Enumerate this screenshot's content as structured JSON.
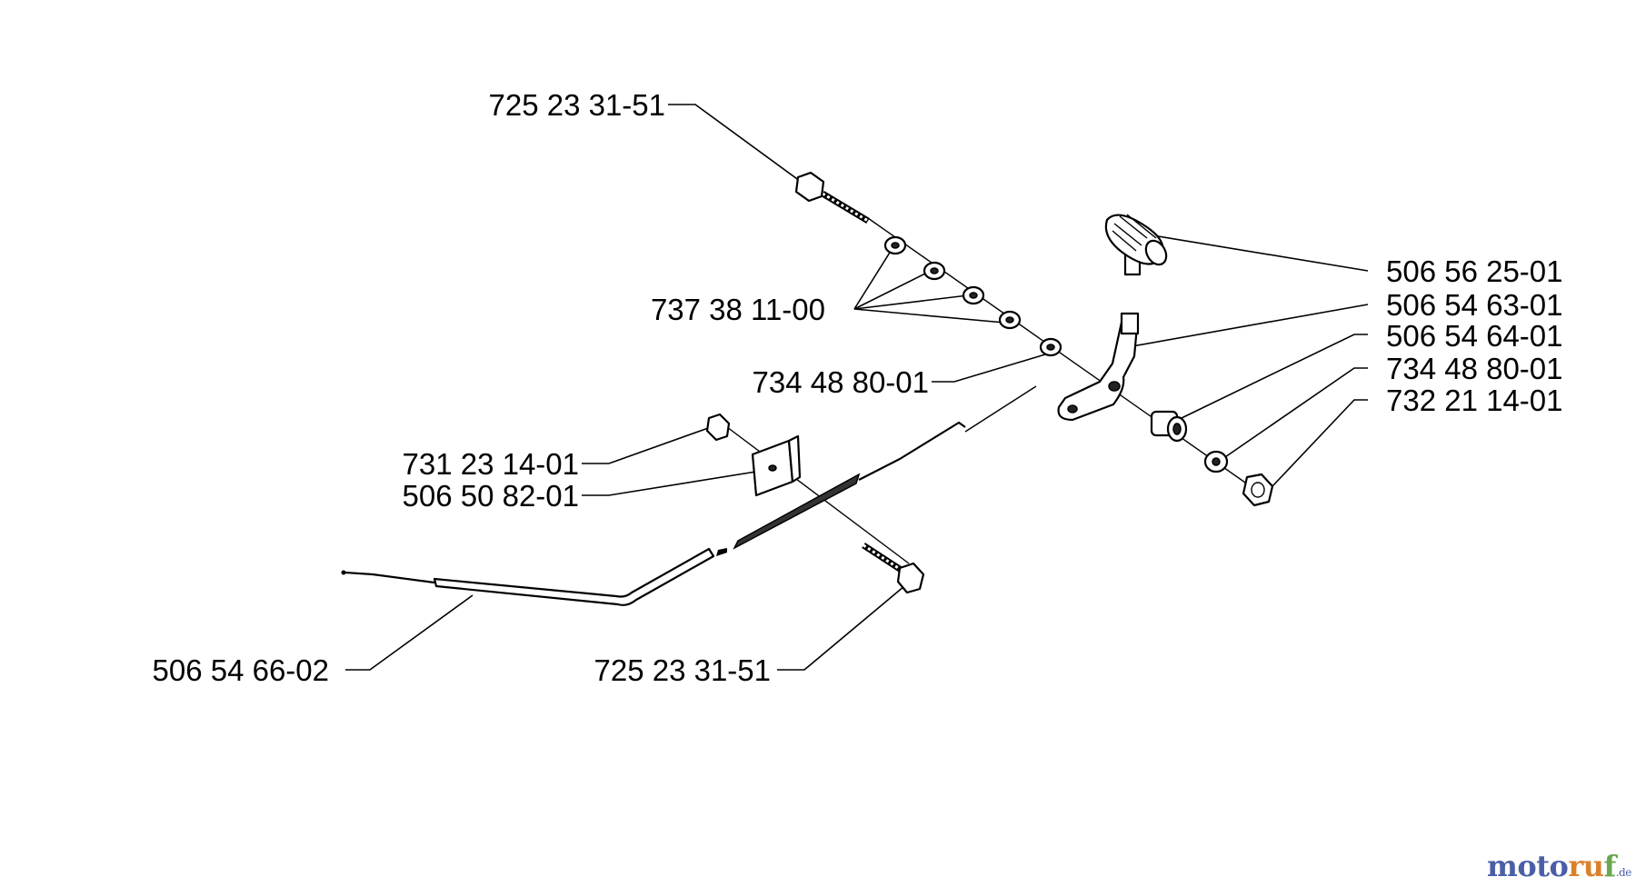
{
  "labels": [
    {
      "id": "bolt-top",
      "text": "725 23 31-51"
    },
    {
      "id": "washers",
      "text": "737 38 11-00"
    },
    {
      "id": "washer-mid",
      "text": "734 48 80-01"
    },
    {
      "id": "nut-left",
      "text": "731 23 14-01"
    },
    {
      "id": "clip",
      "text": "506 50 82-01"
    },
    {
      "id": "cable",
      "text": "506 54 66-02"
    },
    {
      "id": "bolt-bottom",
      "text": "725 23 31-51"
    },
    {
      "id": "knob",
      "text": "506 56 25-01"
    },
    {
      "id": "lever",
      "text": "506 54 63-01"
    },
    {
      "id": "spacer",
      "text": "506 54 64-01"
    },
    {
      "id": "washer-right",
      "text": "734 48 80-01"
    },
    {
      "id": "nut-right",
      "text": "732 21 14-01"
    }
  ],
  "watermark": {
    "part1": "moto",
    "part2": "ru",
    "part3": "f",
    "tld": ".de",
    "colors": {
      "part1": "#4a5fa6",
      "part2": "#d9822b",
      "part3": "#6aa84f"
    }
  }
}
